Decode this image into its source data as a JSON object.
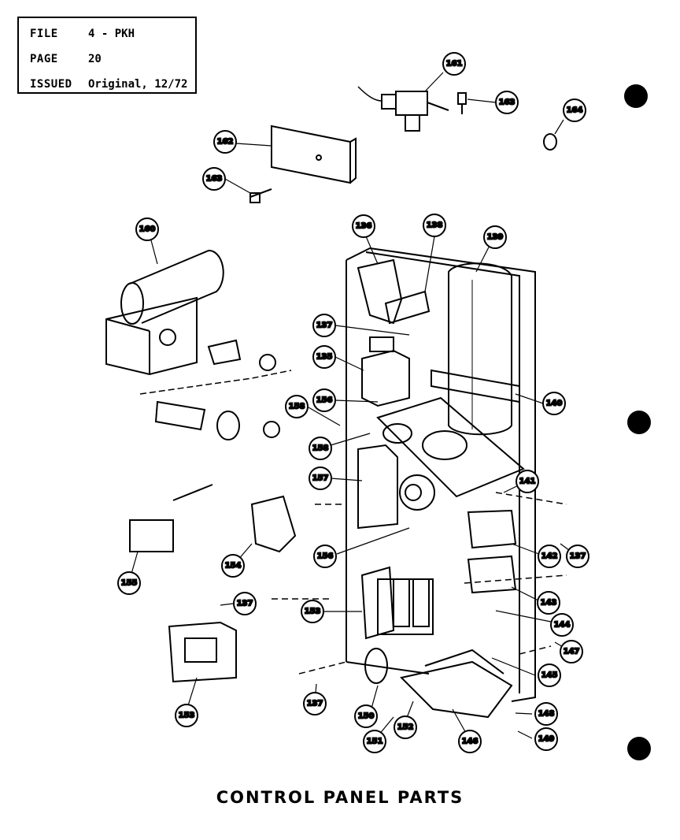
{
  "header": {
    "file_label": "FILE",
    "file_value": "4 - PKH",
    "page_label": "PAGE",
    "page_value": "20",
    "issued_label": "ISSUED",
    "issued_value": "Original, 12/72"
  },
  "title": "CONTROL PANEL PARTS",
  "callouts": {
    "c161": "161",
    "c163a": "163",
    "c164": "164",
    "c162": "162",
    "c163b": "163",
    "c160": "160",
    "c136": "136",
    "c138a": "138",
    "c139": "139",
    "c137a": "137",
    "c135": "135",
    "c156a": "156",
    "c158a": "158",
    "c158b": "158",
    "c140": "140",
    "c157": "157",
    "c141": "141",
    "c142": "142",
    "c137b": "137",
    "c156b": "156",
    "c143": "143",
    "c155": "155",
    "c154": "154",
    "c137c": "137",
    "c153a": "153",
    "c144": "144",
    "c147": "147",
    "c145": "145",
    "c153b": "153",
    "c137d": "137",
    "c150": "150",
    "c152": "152",
    "c151": "151",
    "c146": "146",
    "c148": "148",
    "c149": "149"
  }
}
